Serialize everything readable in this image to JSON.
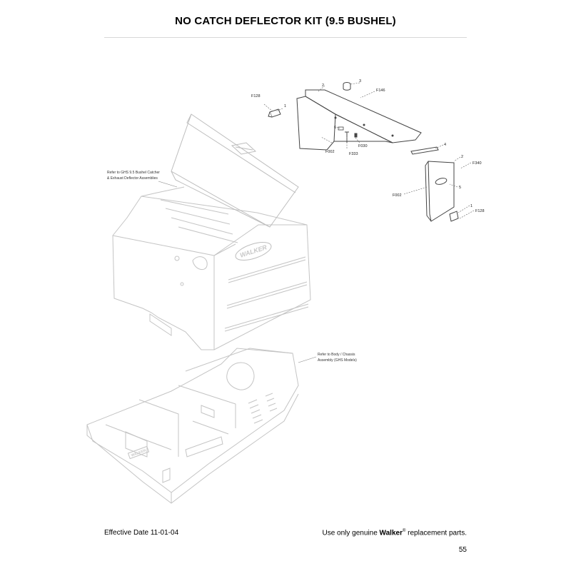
{
  "page": {
    "title": "NO CATCH DEFLECTOR KIT (9.5 BUSHEL)",
    "footer_left": "Effective Date 11-01-04",
    "footer_right_prefix": "Use only genuine ",
    "footer_right_brand": "Walker",
    "footer_right_reg": "®",
    "footer_right_suffix": " replacement parts.",
    "page_number": "55"
  },
  "notes": {
    "catcher_line1": "Refer to GHS 9.5 Bushel Catcher",
    "catcher_line2": "& Exhaust Deflector Assemblies",
    "body_line1": "Refer to Body / Chassis",
    "body_line2": "Assembly (GHS Models)"
  },
  "callouts": {
    "c3": "3",
    "c2_top": "2",
    "f146": "F146",
    "f128_top": "F128",
    "c1_top": "1",
    "c6": "6",
    "f002_top": "F002",
    "f333": "F333",
    "f030": "F030",
    "c4": "4",
    "c2_right": "2",
    "f340": "F340",
    "c5": "5",
    "f002_right": "F002",
    "c1_right": "1",
    "f128_right": "F128"
  },
  "logo": {
    "body_logo_text": "WALKER",
    "chassis_logo_text": "WALKER"
  },
  "colors": {
    "line": "#555555",
    "faint_line": "#bdbdbd",
    "text": "#000000"
  }
}
